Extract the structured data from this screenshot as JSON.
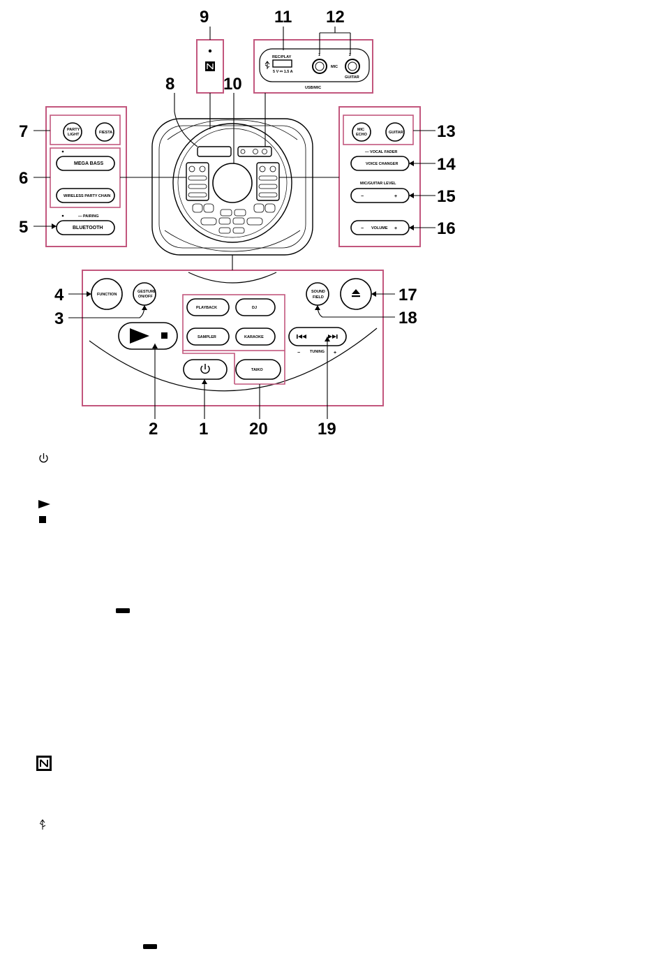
{
  "callouts": [
    "1",
    "2",
    "3",
    "4",
    "5",
    "6",
    "7",
    "8",
    "9",
    "10",
    "11",
    "12",
    "13",
    "14",
    "15",
    "16",
    "17",
    "18",
    "19",
    "20"
  ],
  "panel_left": {
    "party_light": [
      "PARTY",
      "LIGHT"
    ],
    "fiesta": "FIESTA",
    "mega_bass": "MEGA BASS",
    "wireless_party_chain": "WIRELESS PARTY CHAIN",
    "pairing": "— PAIRING",
    "bluetooth": "BLUETOOTH"
  },
  "panel_right": {
    "mic_echo": [
      "MIC",
      "ECHO"
    ],
    "guitar": "GUITAR",
    "vocal_fader": "— VOCAL FADER",
    "voice_changer": "VOICE CHANGER",
    "mic_guitar_level": "MIC/GUITAR LEVEL",
    "minus": "−",
    "plus": "+",
    "volume": "VOLUME"
  },
  "panel_top": {
    "rec_play": "REC/PLAY",
    "usb_rating": "5 V ⎓ 1.5 A",
    "jack1": "1",
    "jack2": "2",
    "mic": "MIC",
    "guitar_small": "GUITAR",
    "usb_mic": "USB/MIC"
  },
  "panel_bottom": {
    "function": "FUNCTION",
    "gesture": [
      "GESTURE",
      "ON/OFF"
    ],
    "sound_field": [
      "SOUND",
      "FIELD"
    ],
    "playback": "PLAYBACK",
    "dj": "DJ",
    "sampler": "SAMPLER",
    "karaoke": "KARAOKE",
    "taiko": "TAIKO",
    "tuning_minus": "−",
    "tuning": "TUNING",
    "tuning_plus": "+"
  },
  "colors": {
    "callout_box": "#c2567d",
    "lines": "#000000"
  },
  "icons": [
    "power-icon",
    "play-icon",
    "stop-icon",
    "eject-icon",
    "nfc-icon",
    "usb-icon",
    "prev-track-icon",
    "next-track-icon"
  ]
}
